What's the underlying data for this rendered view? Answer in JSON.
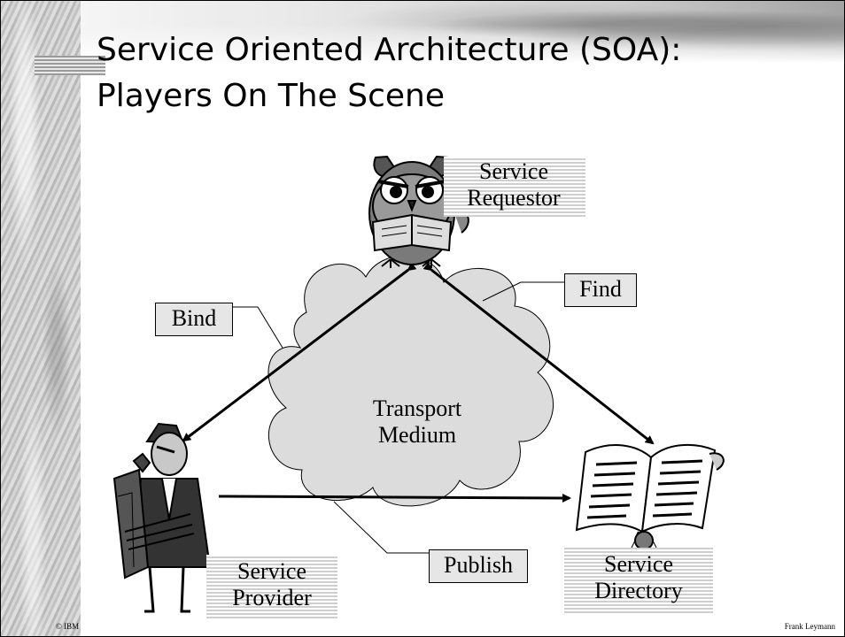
{
  "slide": {
    "title_line1": "Service Oriented Architecture (SOA):",
    "title_line2": "Players On The Scene"
  },
  "roles": {
    "requestor_line1": "Service",
    "requestor_line2": "Requestor",
    "provider_line1": "Service",
    "provider_line2": "Provider",
    "directory_line1": "Service",
    "directory_line2": "Directory"
  },
  "operations": {
    "find": "Find",
    "bind": "Bind",
    "publish": "Publish"
  },
  "medium": {
    "line1": "Transport",
    "line2": "Medium"
  },
  "footer": {
    "left": "© IBM",
    "right": "Frank Leymann"
  },
  "icons": {
    "requestor": "owl-reading-book-icon",
    "provider": "butler-with-coats-icon",
    "directory": "open-book-with-seal-icon"
  }
}
